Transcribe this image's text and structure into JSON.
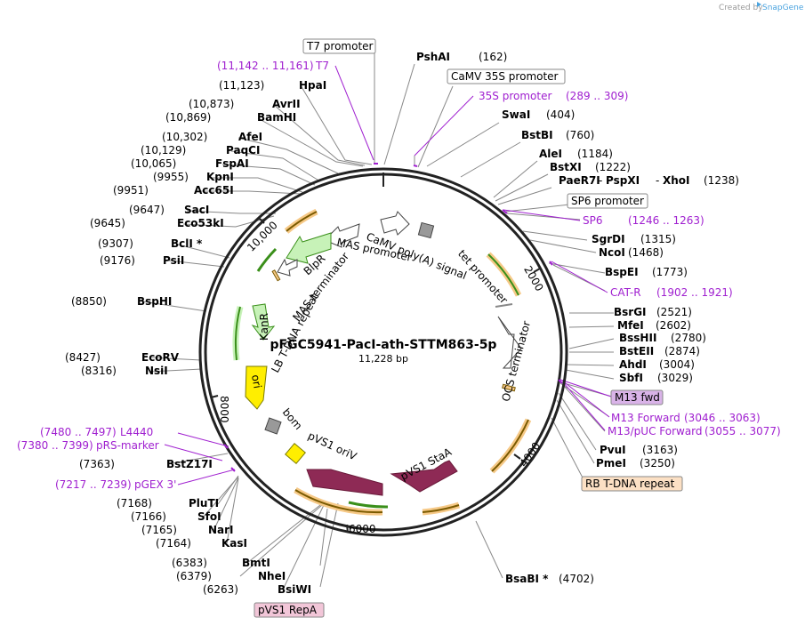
{
  "credit": {
    "prefix": "Created by",
    "brand": "SnapGene"
  },
  "plasmid": {
    "name": "pFGC5941-PacI-ath-STTM863-5p",
    "size": "11,228 bp"
  },
  "ticks": [
    "2000",
    "4000",
    "6000",
    "8000",
    "10,000"
  ],
  "sites": [
    {
      "name": "PshAI",
      "pos": "(162)"
    },
    {
      "name": "SwaI",
      "pos": "(404)"
    },
    {
      "name": "BstBI",
      "pos": "(760)"
    },
    {
      "name": "AleI",
      "pos": "(1184)"
    },
    {
      "name": "BstXI",
      "pos": "(1222)"
    },
    {
      "name": "PaeR7I",
      "pos": ""
    },
    {
      "name": "PspXI",
      "pos": ""
    },
    {
      "name": "XhoI",
      "pos": "(1238)"
    },
    {
      "name": "SgrDI",
      "pos": "(1315)"
    },
    {
      "name": "NcoI",
      "pos": "(1468)"
    },
    {
      "name": "BspEI",
      "pos": "(1773)"
    },
    {
      "name": "BsrGI",
      "pos": "(2521)"
    },
    {
      "name": "MfeI",
      "pos": "(2602)"
    },
    {
      "name": "BssHII",
      "pos": "(2780)"
    },
    {
      "name": "BstEII",
      "pos": "(2874)"
    },
    {
      "name": "AhdI",
      "pos": "(3004)"
    },
    {
      "name": "SbfI",
      "pos": "(3029)"
    },
    {
      "name": "PvuI",
      "pos": "(3163)"
    },
    {
      "name": "PmeI",
      "pos": "(3250)"
    },
    {
      "name": "BsaBI *",
      "pos": "(4702)"
    },
    {
      "name": "HpaI",
      "pos": "(11,123)"
    },
    {
      "name": "AvrII",
      "pos": "(10,873)"
    },
    {
      "name": "BamHI",
      "pos": "(10,869)"
    },
    {
      "name": "AfeI",
      "pos": "(10,302)"
    },
    {
      "name": "PaqCI",
      "pos": "(10,129)"
    },
    {
      "name": "FspAI",
      "pos": "(10,065)"
    },
    {
      "name": "KpnI",
      "pos": "(9955)"
    },
    {
      "name": "Acc65I",
      "pos": "(9951)"
    },
    {
      "name": "SacI",
      "pos": "(9647)"
    },
    {
      "name": "Eco53kI",
      "pos": "(9645)"
    },
    {
      "name": "BclI *",
      "pos": "(9307)"
    },
    {
      "name": "PsiI",
      "pos": "(9176)"
    },
    {
      "name": "BspHI",
      "pos": "(8850)"
    },
    {
      "name": "EcoRV",
      "pos": "(8427)"
    },
    {
      "name": "NsiI",
      "pos": "(8316)"
    },
    {
      "name": "BstZ17I",
      "pos": "(7363)"
    },
    {
      "name": "PluTI",
      "pos": "(7168)"
    },
    {
      "name": "SfoI",
      "pos": "(7166)"
    },
    {
      "name": "NarI",
      "pos": "(7165)"
    },
    {
      "name": "KasI",
      "pos": "(7164)"
    },
    {
      "name": "BmtI",
      "pos": "(6383)"
    },
    {
      "name": "NheI",
      "pos": "(6379)"
    },
    {
      "name": "BsiWI",
      "pos": "(6263)"
    }
  ],
  "primers": [
    {
      "name": "T7",
      "pos": "(11,142 .. 11,161)"
    },
    {
      "name": "35S promoter",
      "pos": "(289 .. 309)"
    },
    {
      "name": "SP6",
      "pos": "(1246 .. 1263)"
    },
    {
      "name": "CAT-R",
      "pos": "(1902 .. 1921)"
    },
    {
      "name": "M13 Forward",
      "pos": "(3046 .. 3063)"
    },
    {
      "name": "M13/pUC Forward",
      "pos": "(3055 .. 3077)"
    },
    {
      "name": "L4440",
      "pos": "(7480 .. 7497)"
    },
    {
      "name": "pRS-marker",
      "pos": "(7380 .. 7399)"
    },
    {
      "name": "pGEX 3'",
      "pos": "(7217 .. 7239)"
    }
  ],
  "boxed": {
    "t7_promoter": "T7 promoter",
    "camv_35s_promoter": "CaMV 35S promoter",
    "sp6_promoter": "SP6 promoter",
    "m13_fwd": "M13 fwd",
    "rb_tdna": "RB T-DNA repeat",
    "pvs1_repa": "pVS1 RepA"
  },
  "features": {
    "mas_promoter": "MAS promoter",
    "camv_polya": "CaMV poly(A) signal",
    "tet_promoter": "tet promoter",
    "ocs_terminator": "OCS terminator",
    "pvs1_staa": "pVS1 StaA",
    "pvs1_ori": "pVS1 oriV",
    "bom": "bom",
    "ori": "ori",
    "kanr": "KanR",
    "lb_tdna": "LB T-DNA repeat",
    "mas_terminator": "MAS terminator",
    "blpr": "BlpR"
  },
  "colors": {
    "backbone": "#222222",
    "primer": "#a020d0",
    "green_feature": "#3a8f1a",
    "orange_highlight": "#f6c987",
    "maroon": "#8e2a55",
    "yellow_ori": "#ffee00",
    "m13_box": "#d9b3e8",
    "rb_box": "#fce0c4",
    "repa_box": "#f2c6d8"
  }
}
